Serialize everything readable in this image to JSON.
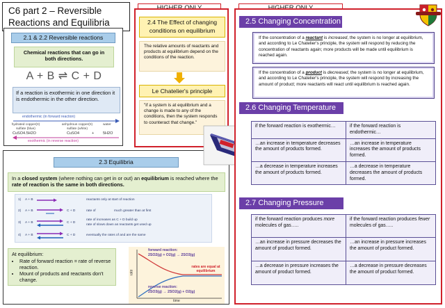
{
  "title": {
    "line1": "C6  part 2 – Reversible",
    "line2": "Reactions and Equilibria"
  },
  "higher_only_1": "HIGHER ONLY",
  "higher_only_2": "HIGHER ONLY",
  "reversible": {
    "heading": "2.1 & 2.2 Reversible reactions",
    "green_text": "Chemical reactions that can go in both directions.",
    "equation": "A + B ⇌ C + D",
    "exo_text": "If a reaction is exothermic in one direction it is endothermic in the other direction.",
    "diagram": {
      "endo_label": "endothermic (in forward reaction)",
      "left_name": "hydrated copper(II) sulfate (blue)",
      "left_formula": "CuSO4.5H2O",
      "right_name": "anhydrous copper(II) sulfate (white)",
      "right_formula": "CuSO4",
      "plus": "+",
      "water_name": "water",
      "water_formula": "5H2O",
      "exo_label": "exothermic (in reverse reaction)"
    }
  },
  "equilibria": {
    "heading": "2.3 Equilibria",
    "closed_text": {
      "a": "In a ",
      "b": "closed system",
      "c": " (where nothing can get in or out) an ",
      "d": "equilibrium",
      "e": " is reached where the ",
      "f": "rate of reaction is the same in both directions."
    },
    "steps": [
      {
        "num": "1)",
        "left": "A + B",
        "right": "",
        "desc1": "reactants only at start of reaction",
        "desc2": ""
      },
      {
        "num": "2)",
        "left": "A + B",
        "right": "C + D",
        "desc1": "rate of",
        "desc2": "much greater than   at first"
      },
      {
        "num": "3)",
        "left": "A + B",
        "right": "C + D",
        "desc1": "rate of      increases as C + D build up",
        "desc2": "rate of      slows down as reactants get used up"
      },
      {
        "num": "4)",
        "left": "A + B",
        "right": "C + D",
        "desc1": "eventually the rates of       and       are the same",
        "desc2": ""
      }
    ],
    "at_eq_title": "At equilibrium:",
    "bullets": [
      "Rate of forward reaction = rate of reverse reaction.",
      "Mount of products and reactants don't change."
    ],
    "graph": {
      "forward_label": "forward reaction:",
      "forward_eq": "2SO2(g) + O2(g) → 2SO3(g)",
      "equal_label": "rates are equal at equilibrium",
      "reverse_label": "reverse reaction:",
      "reverse_eq": "2SO3(g) → 2SO2(g) + O2(g)",
      "ylabel": "rate",
      "xlabel": "time"
    }
  },
  "effect": {
    "heading": "2.4 The Effect of changing conditions on equilibrium",
    "text": "The relative amounts of reactants and products at equilibrium depend on the conditions of the reaction.",
    "lc_heading": "Le Chatelier's principle",
    "quote": "\"if a system is at equilibrium and a change is made to any of the conditions, then the system responds to counteract that change.\""
  },
  "concentration": {
    "heading": "2.5 Changing Concentration",
    "box1": {
      "a": "If the concentration of a ",
      "b": "reactant",
      "c": " is ",
      "d": "increased",
      "e": ", the system is no longer at equilibrium, and according to Le Chatelier's principle, the system will respond by reducing the concentration of reactants again; more products will be made until equilibrium is reached again."
    },
    "box2": {
      "a": "If the concentration of a ",
      "b": "product",
      "c": " is ",
      "d": "decreased",
      "e": ", the system is no longer at equilibrium, and according to Le Chatelier's principle, the system will respond by increasing the amount of product; more reactants will react until equilibrium is reached again."
    }
  },
  "temperature": {
    "heading": "2.6 Changing Temperature",
    "rows": [
      [
        "if the forward reaction is exothermic…",
        "if the forward reaction is endothermic…"
      ],
      [
        "…an increase in temperature decreases the amount of products formed.",
        "…an increase in temperature increases the amount of products formed."
      ],
      [
        "…a decrease in temperature increases the amount of products formed.",
        "…a decrease in temperature decreases the amount of products formed."
      ]
    ]
  },
  "pressure": {
    "heading": "2.7 Changing Pressure",
    "head_left_a": "if the forward reaction produces ",
    "head_left_b": "more",
    "head_left_c": " molecules of gas…..",
    "head_right_a": "if the  forward reaction produces ",
    "head_right_b": "fewer",
    "head_right_c": " molecules of gas…..",
    "rows": [
      [
        "…an increase in pressure decreases the amount of product formed.",
        "…an increase in pressure increases the amount of product formed."
      ],
      [
        "…a decrease in pressure increases the amount of product formed.",
        "…a decrease in pressure decreases the amount of product formed."
      ]
    ]
  },
  "colors": {
    "red": "#d0202a",
    "purple": "#6b3fa8",
    "blue": "#a9cdea",
    "yellow": "#fff2b2",
    "green": "#e4efd0"
  }
}
